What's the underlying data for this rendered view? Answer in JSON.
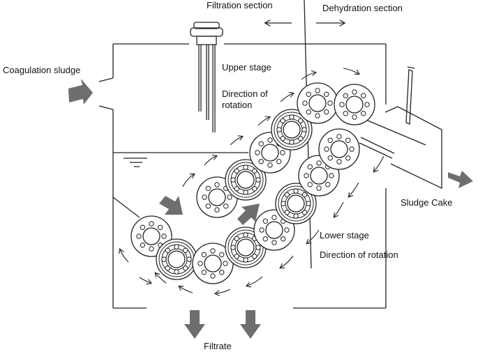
{
  "labels": {
    "filtration_section": "Filtration section",
    "dehydration_section": "Dehydration section",
    "coagulation_sludge": "Coagulation sludge",
    "upper_stage": "Upper stage",
    "direction_of_rotation_upper_1": "Direction of",
    "direction_of_rotation_upper_2": "rotation",
    "sludge_cake": "Sludge Cake",
    "lower_stage": "Lower stage",
    "direction_of_rotation_lower": "Direction of rotation",
    "filtrate": "Filtrate"
  },
  "colors": {
    "line": "#222222",
    "arrow_fill": "#6e6e6e"
  }
}
